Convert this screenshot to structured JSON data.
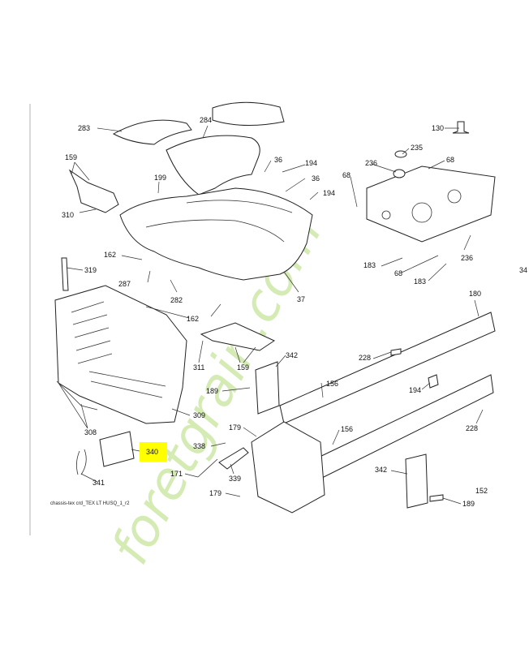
{
  "caption": "chassis-tex crd_TEX LT HUSQ_1_r2",
  "highlight_color": "#ffff00",
  "watermark": {
    "text": "foretgrain.com",
    "color": "#c9e6a0"
  },
  "callouts": {
    "c283": "283",
    "c284": "284",
    "c159a": "159",
    "c199": "199",
    "c310": "310",
    "c36a": "36",
    "c194a": "194",
    "c36b": "36",
    "c194b": "194",
    "c130": "130",
    "c235": "235",
    "c68a": "68",
    "c68b": "68",
    "c236a": "236",
    "c162a": "162",
    "c287": "287",
    "c319": "319",
    "c282": "282",
    "c162b": "162",
    "c37": "37",
    "c183a": "183",
    "c68c": "68",
    "c183b": "183",
    "c236b": "236",
    "c34": "34",
    "c180": "180",
    "c228a": "228",
    "c342a": "342",
    "c159b": "159",
    "c311": "311",
    "c156a": "156",
    "c194c": "194",
    "c189a": "189",
    "c309": "309",
    "c228b": "228",
    "c308": "308",
    "c179a": "179",
    "c156b": "156",
    "c340": "340",
    "c338": "338",
    "c171": "171",
    "c339": "339",
    "c341": "341",
    "c179b": "179",
    "c342b": "342",
    "c152": "152",
    "c189b": "189"
  }
}
